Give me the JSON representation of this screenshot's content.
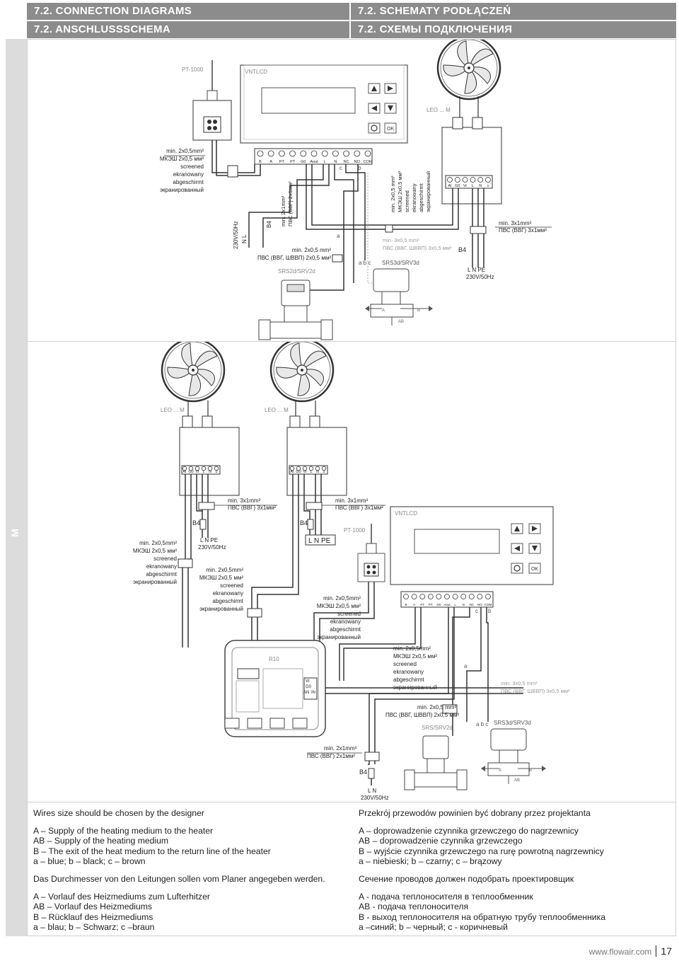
{
  "headers": {
    "en": "7.2. CONNECTION DIAGRAMS",
    "pl": "7.2. SCHEMATY PODŁĄCZEŃ",
    "de": "7.2. ANSCHLUSSSCHEMA",
    "ru": "7.2. СХЕМЫ ПОДКЛЮЧЕНИЯ"
  },
  "section_letter": "M",
  "diagram1": {
    "pt1000": "PT-1000",
    "vntlcd": "VNTLCD",
    "leo": "LEO ... M",
    "ok": "OK",
    "terminals": [
      "B",
      "A",
      "PT",
      "PT",
      "G0",
      "Aout",
      "L",
      "N",
      "NC",
      "NO",
      "COM"
    ],
    "leo_terminals": [
      "AI",
      "G0",
      "Vr",
      "L",
      "N",
      "⏚"
    ],
    "cable_screened": [
      "min. 2x0,5mm²",
      "МКЭШ 2x0,5 мм²",
      "screened",
      "ekranowany",
      "abgeschirmt",
      "экранированный"
    ],
    "cable_230v": "230V/50Hz",
    "cable_nl": "N  L",
    "b4": "B4",
    "cable_2x1": [
      "min. 2x1mm²",
      "ПВС (ВВГ) 2x1мм²"
    ],
    "cable_vert_screened": [
      "min. 2x0,5 mm²",
      "МКЭШ 2x0,5 мм²",
      "screened",
      "ekranowany",
      "abgeschirmt",
      "экранированный"
    ],
    "cable_3x1": [
      "min. 3x1mm²",
      "ПВС (ВВГ) 3x1мм²"
    ],
    "cable_srs": [
      "min. 2x0,5 mm²",
      "ПВС (ВВГ, ШВВП) 2x0,5 мм²"
    ],
    "cable_srs3": [
      "min. 3x0,5 mm²",
      "ПВС (ВВГ, ШВВП) 3x0,5 мм²"
    ],
    "srs2d": "SRS2d/SRV2d",
    "srs3d": "SRS3d/SRV3d",
    "abc": "a  b  c",
    "wire_c": "c",
    "wire_b": "b",
    "wire_a": "a",
    "lnpe": "L   N   PE",
    "valve_a": "A",
    "valve_b": "B",
    "valve_ab": "AB"
  },
  "diagram2": {
    "leo1": "LEO ... M",
    "leo2": "LEO ... M",
    "leo_terminals": [
      "AI",
      "G0",
      "Vr",
      "L",
      "N",
      "⏚"
    ],
    "cable_3x1": [
      "min. 3x1mm²",
      "ПВС (ВВГ) 3x1мм²"
    ],
    "b4": "B4",
    "lnpe": "L   N   PE",
    "v230": "230V/50Hz",
    "lnpe_box": "L N PE",
    "pt1000": "PT-1000",
    "vntlcd": "VNTLCD",
    "ok": "OK",
    "cable_screened": [
      "min. 2x0,5mm²",
      "МКЭШ 2x0,5 мм²",
      "screened",
      "ekranowany",
      "abgeschirmt",
      "экранированный"
    ],
    "r10": "R10",
    "r10_labels": [
      "Vr",
      "G0",
      "AN",
      "IN"
    ],
    "terminals": [
      "B",
      "A",
      "PT",
      "PT",
      "G0",
      "Aout",
      "L",
      "N",
      "NC",
      "NO",
      "COM"
    ],
    "wire_c": "c",
    "wire_b": "b",
    "wire_a": "a",
    "cable_srs3": [
      "min. 3x0,5 mm²",
      "ПВС (ВВГ, ШВВП) 3x0,5 мм²"
    ],
    "cable_srs": [
      "min. 2x0,5 mm²",
      "ПВС (ВВГ, ШВВП) 2x0,5 мм²"
    ],
    "srs2d": "SRS/SRV2d",
    "srs3d": "SRS3d/SRV3d",
    "abc": "a  b  c",
    "cable_2x1": [
      "min. 2x1mm²",
      "ПВС (ВВГ) 2x1мм²"
    ],
    "ln": "L   N",
    "valve_a": "A",
    "valve_b": "B",
    "valve_ab": "AB"
  },
  "notes_left": [
    "Wires size should be chosen by the designer",
    "",
    "A – Supply of the heating medium to the heater",
    "AB – Supply of the heating medium",
    "B – The exit of the heat medium to the return line of the heater",
    "a – blue; b – black; c – brown",
    "",
    "Das Durchmesser von den Leitungen sollen vom Planer angegeben werden.",
    "",
    "A – Vorlauf des Heizmediums zum Lufterhitzer",
    "AB – Vorlauf des Heizmediums",
    "B – Rücklauf des Heizmediums",
    "a – blau; b – Schwarz; c –braun"
  ],
  "notes_right": [
    "Przekrój przewodów powinien być dobrany przez projektanta",
    "",
    "A – doprowadzenie czynnika grzewczego do nagrzewnicy",
    "AB – doprowadzenie czynnika grzewczego",
    "B – wyjście czynnika grzewczego na rurę powrotną nagrzewnicy",
    "a – niebieski; b – czarny; c – brązowy",
    "",
    "Сечение проводов должен подобрать проектировщик",
    "",
    "A - подача теплоносителя в теплообменник",
    "AB - подача теплоносителя",
    "B - выход теплоносителя на обратную трубу теплообменника",
    "а –синий; b – черный; c - коричневый"
  ],
  "footer": {
    "site": "www.flowair.com",
    "page": "17"
  }
}
